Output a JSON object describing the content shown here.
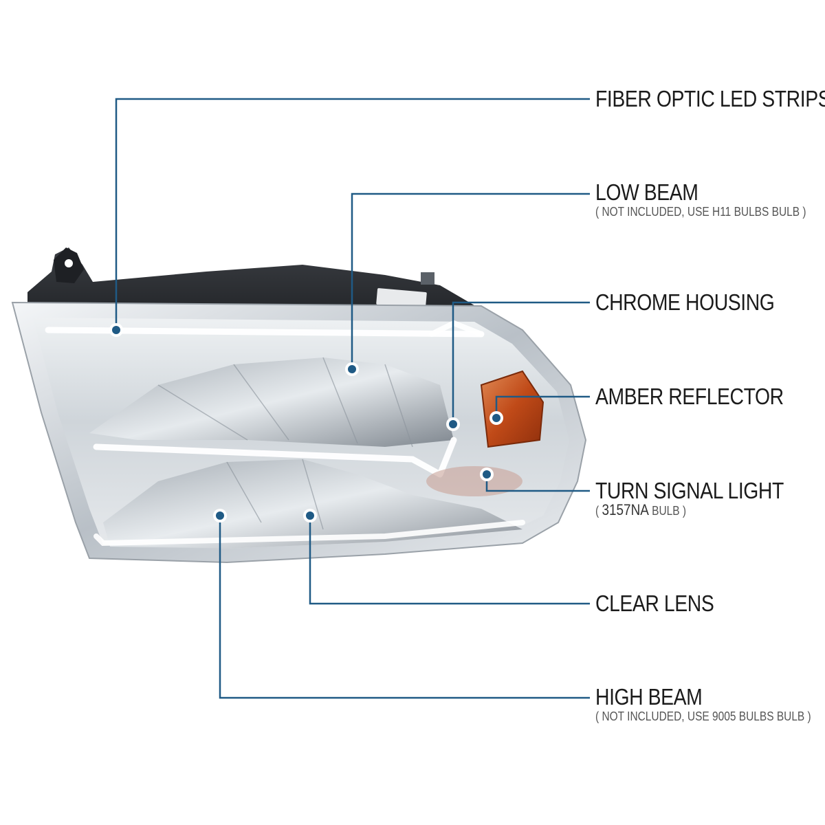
{
  "colors": {
    "callout_line": "#1f5a85",
    "callout_dot": "#1f5a85",
    "label_text": "#1b1b1b",
    "sub_text": "#555555",
    "amber": "#c8501b"
  },
  "callouts": [
    {
      "id": "fiber-optic",
      "title": "FIBER OPTIC LED STRIPS",
      "icon": "callout-dot"
    },
    {
      "id": "low-beam",
      "title": "LOW BEAM",
      "subtitle": "( NOT INCLUDED, USE H11 BULBS BULB )",
      "icon": "callout-dot"
    },
    {
      "id": "chrome-housing",
      "title": "CHROME HOUSING",
      "icon": "callout-dot"
    },
    {
      "id": "amber-reflector",
      "title": "AMBER REFLECTOR",
      "icon": "callout-dot"
    },
    {
      "id": "turn-signal",
      "title": "TURN SIGNAL LIGHT",
      "sub_open": "(",
      "sub_bulb": "3157NA",
      "sub_rest": "BULB )",
      "icon": "callout-dot"
    },
    {
      "id": "clear-lens",
      "title": "CLEAR LENS",
      "icon": "callout-dot"
    },
    {
      "id": "high-beam",
      "title": "HIGH BEAM",
      "subtitle": "( NOT INCLUDED, USE 9005 BULBS BULB )",
      "icon": "callout-dot"
    }
  ]
}
